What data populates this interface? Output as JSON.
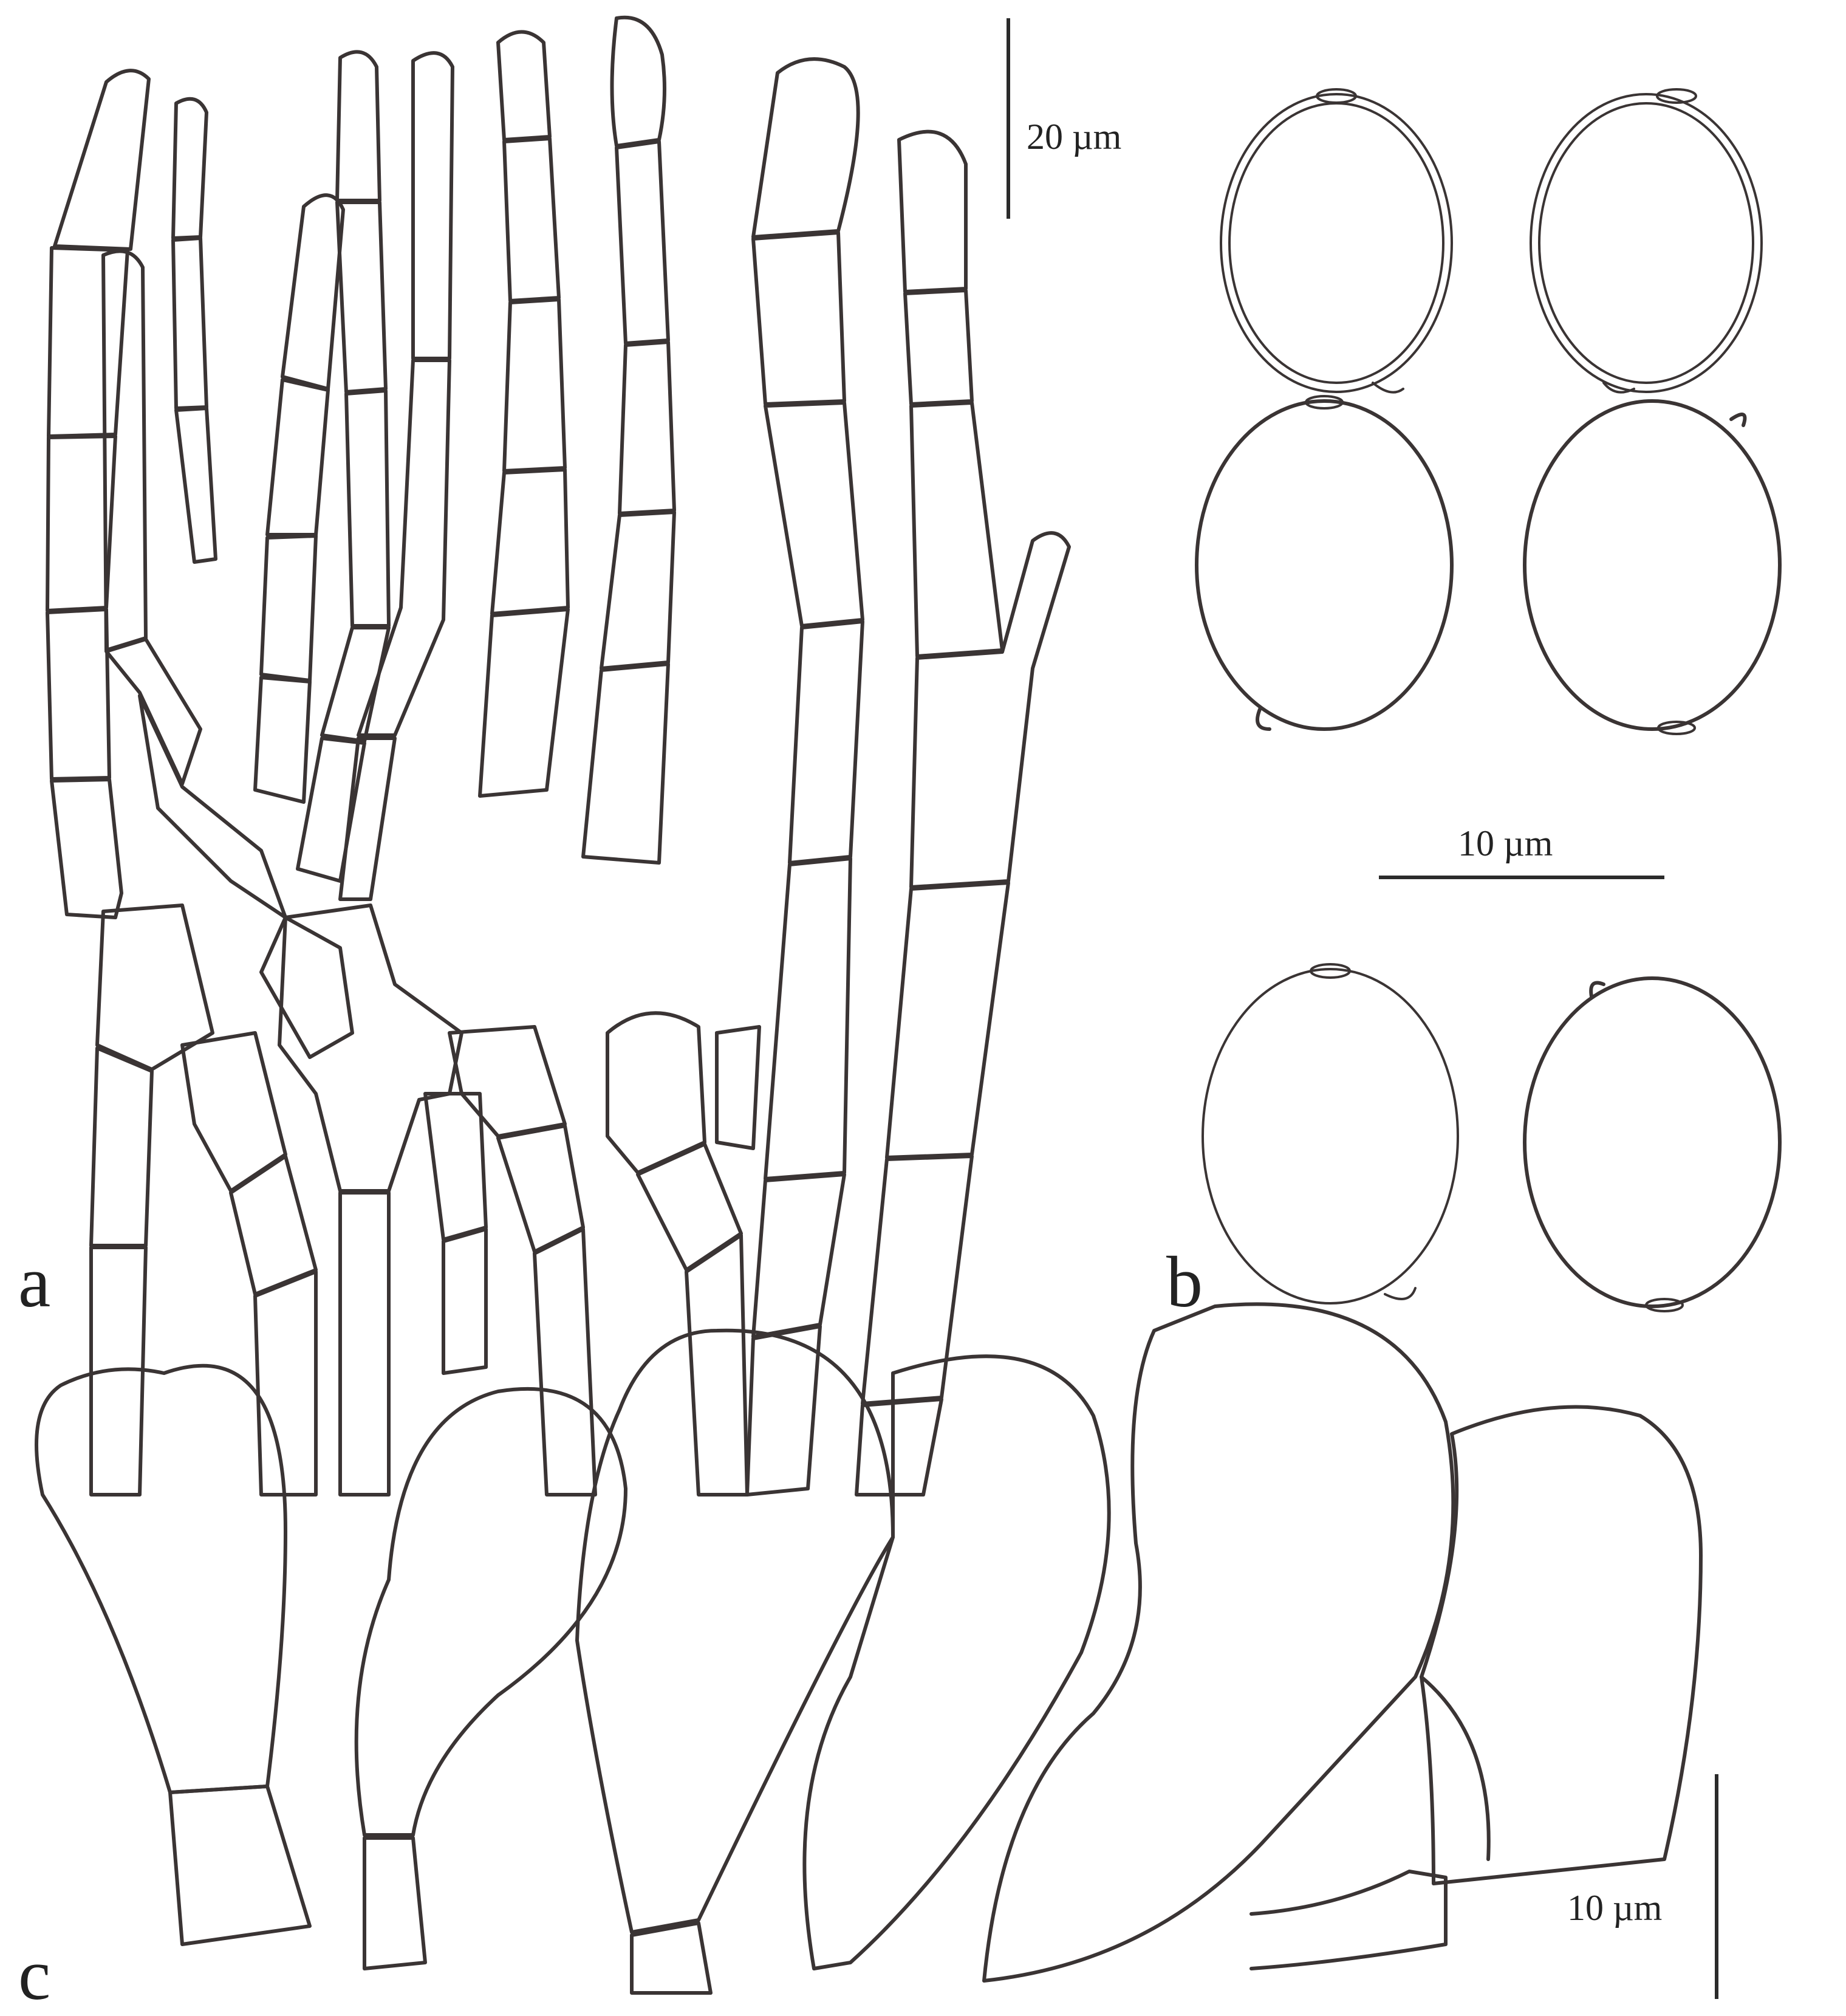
{
  "panels": {
    "a": {
      "label": "a",
      "scale": "20 µm"
    },
    "b": {
      "label": "b",
      "scale": "10 µm"
    },
    "c": {
      "label": "c",
      "scale": "10 µm"
    }
  }
}
